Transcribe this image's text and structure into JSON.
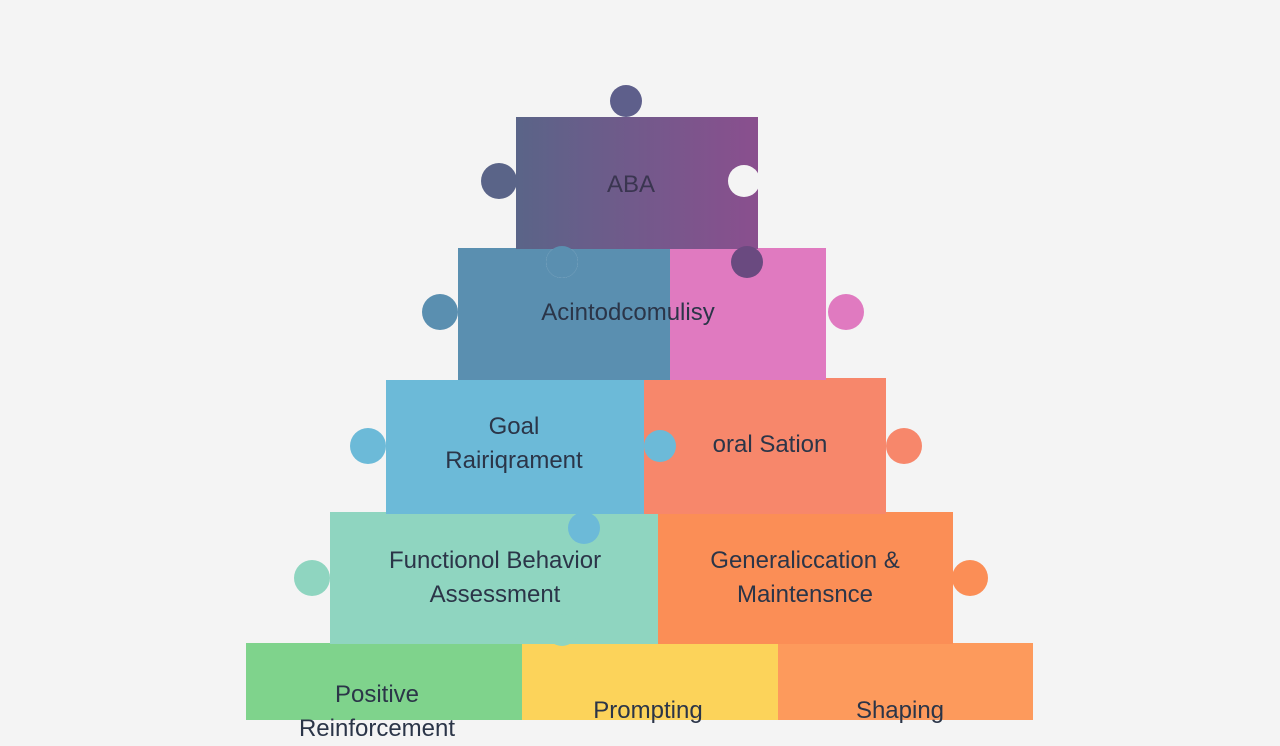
{
  "pieces": [
    {
      "id": "aba",
      "label": "ABA",
      "color": "#6f5690"
    },
    {
      "id": "row2-left",
      "label": "Acintodcomulisy",
      "color": "#5a8fb0"
    },
    {
      "id": "row2-right",
      "label": "",
      "color": "#e07ac0"
    },
    {
      "id": "goal",
      "label": "Goal\nRairiqrament",
      "color": "#6cbad8"
    },
    {
      "id": "oral-sation",
      "label": "oral Sation",
      "color": "#f7876b"
    },
    {
      "id": "fba",
      "label": "Functionol Behavior\nAssessment",
      "color": "#8fd5c0"
    },
    {
      "id": "generalization",
      "label": "Generaliccation &\nMaintensnce",
      "color": "#fb8e56"
    },
    {
      "id": "positive",
      "label": "Positive\nReinforcement",
      "color": "#7fd38c"
    },
    {
      "id": "prompting",
      "label": "Prompting",
      "color": "#fcd35a"
    },
    {
      "id": "shaping",
      "label": "Shaping",
      "color": "#fd9a5c"
    }
  ]
}
